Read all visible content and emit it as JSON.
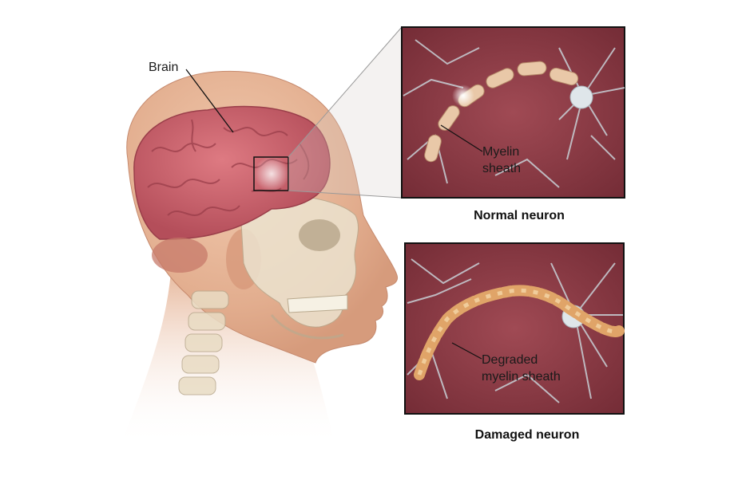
{
  "labels": {
    "brain": "Brain",
    "myelin_line1": "Myelin",
    "myelin_line2": "sheath",
    "degraded_line1": "Degraded",
    "degraded_line2": "myelin sheath"
  },
  "panels": {
    "normal_caption": "Normal neuron",
    "damaged_caption": "Damaged neuron"
  },
  "colors": {
    "skin": "#e8b89a",
    "brain": "#c9606a",
    "panel_bg": "#8c3a44",
    "myelin_normal": "#e9c8a8",
    "myelin_damaged": "#e0a468",
    "neuron": "#c8d0d6"
  }
}
